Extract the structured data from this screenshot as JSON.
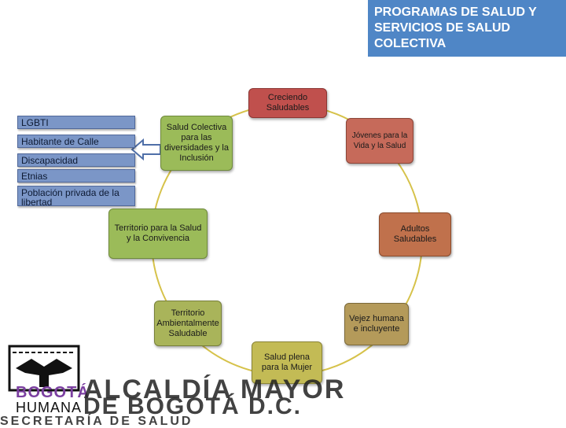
{
  "title": "PROGRAMAS DE SALUD Y SERVICIOS  DE SALUD COLECTIVA",
  "left_list": [
    "LGBTI",
    "Habitante de Calle",
    "Discapacidad",
    "Etnias",
    "Población privada de la libertad"
  ],
  "cycle_nodes": {
    "creciendo": "Creciendo Saludables",
    "jovenes": "Jóvenes para la Vida y la Salud",
    "adultos": "Adultos Saludables",
    "vejez": "Vejez humana e incluyente",
    "mujer": "Salud plena para la Mujer",
    "ambiental": "Territorio Ambientalmente Saludable",
    "territorio": "Territorio para la Salud y la Convivencia",
    "colectiva": "Salud Colectiva para las diversidades y la Inclusión"
  },
  "logo": {
    "bogota": "BOGOTÁ",
    "humana": "HUMANA",
    "line1": "ALCALDÍA MAYOR",
    "line2": "DE BOGOTÁ D.C.",
    "line3": "SECRETARÍA DE SALUD"
  },
  "colors": {
    "title_bg": "#4f86c6",
    "pill_bg": "#7b96c7",
    "ring": "#d6c24a"
  },
  "icons": [
    "arrow-left-icon",
    "coat-of-arms-icon"
  ]
}
